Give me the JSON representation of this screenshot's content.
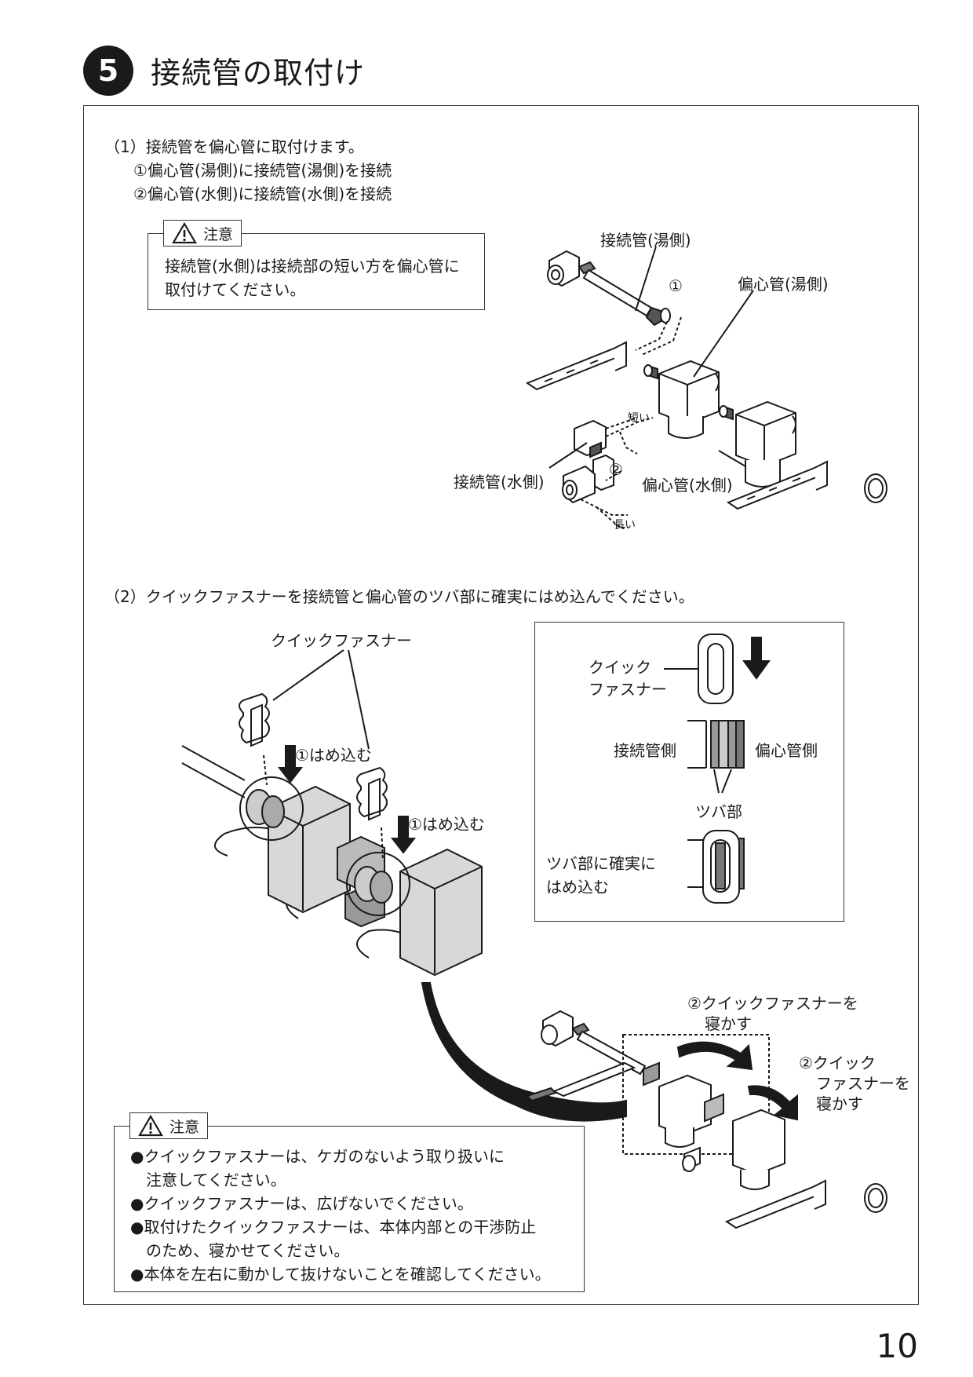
{
  "step": {
    "number": "5",
    "title": "接続管の取付け"
  },
  "section1": {
    "heading": "（1）接続管を偏心管に取付けます。",
    "line1": "①偏心管(湯側)に接続管(湯側)を接続",
    "line2": "②偏心管(水側)に接続管(水側)を接続"
  },
  "caution1": {
    "tag": "注意",
    "line1": "接続管(水側)は接続部の短い方を偏心管に",
    "line2": "取付けてください。"
  },
  "diagram1": {
    "label_hot_pipe": "接続管(湯側)",
    "label_marker1": "①",
    "label_hot_eccentric": "偏心管(湯側)",
    "label_short": "短い",
    "label_marker2": "②",
    "label_water_pipe": "接続管(水側)",
    "label_water_eccentric": "偏心管(水側)",
    "label_long": "長い"
  },
  "section2": {
    "heading": "（2）クイックファスナーを接続管と偏心管のツバ部に確実にはめ込んでください。"
  },
  "diagram2": {
    "label_fastener": "クイックファスナー",
    "label_insert_a": "①はめ込む",
    "label_insert_b": "①はめ込む",
    "label_lay_a1": "②クイックファスナーを",
    "label_lay_a2": "寝かす",
    "label_lay_b1": "②クイック",
    "label_lay_b2": "ファスナーを",
    "label_lay_b3": "寝かす"
  },
  "inset": {
    "fastener_1": "クイック",
    "fastener_2": "ファスナー",
    "pipe_side": "接続管側",
    "eccentric_side": "偏心管側",
    "flange": "ツバ部",
    "insert_1": "ツバ部に確実に",
    "insert_2": "はめ込む"
  },
  "caution2": {
    "tag": "注意",
    "items": [
      "●クイックファスナーは、ケガのないよう取り扱いに",
      "　注意してください。",
      "●クイックファスナーは、広げないでください。",
      "●取付けたクイックファスナーは、本体内部との干渉防止",
      "　のため、寝かせてください。",
      "●本体を左右に動かして抜けないことを確認してください。"
    ]
  },
  "page_number": "10"
}
